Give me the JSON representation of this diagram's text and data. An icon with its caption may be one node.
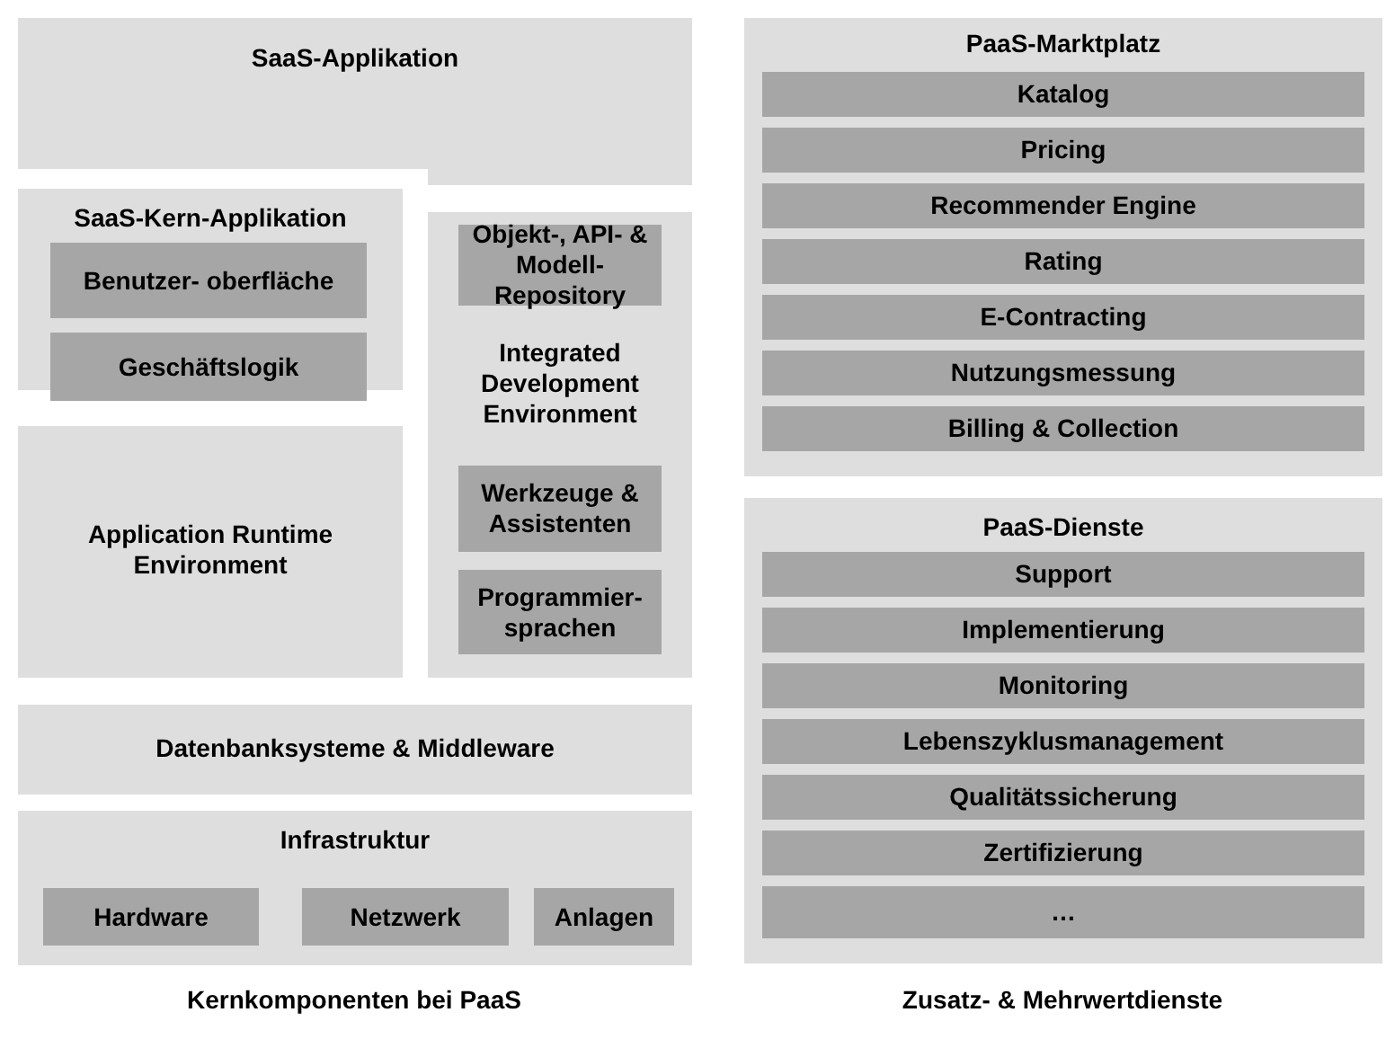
{
  "diagram": {
    "nodes": [
      {
        "text": [
          "SaaS-Applikation"
        ]
      },
      {
        "text": [
          "SaaS-Kern-Applikation"
        ]
      },
      {
        "text": [
          "Benutzer- oberfläche"
        ],
        "in": 1
      },
      {
        "text": [
          "Geschäftslogik"
        ],
        "in": 1
      },
      {
        "text": [
          "Application Runtime Environment"
        ]
      },
      {
        "text": [
          "Integrated Development Environment"
        ]
      },
      {
        "text": [
          "Objekt-, API- & Modell-Repository"
        ],
        "in": 5
      },
      {
        "text": [
          "Werkzeuge & Assistenten"
        ],
        "in": 5
      },
      {
        "text": [
          "Programmier- sprachen"
        ],
        "in": 5
      },
      {
        "text": [
          "Datenbanksysteme & Middleware"
        ]
      },
      {
        "text": [
          "Infrastruktur"
        ]
      },
      {
        "text": [
          "Hardware"
        ],
        "in": 10
      },
      {
        "text": [
          "Netzwerk"
        ],
        "in": 10
      },
      {
        "text": [
          "Anlagen"
        ],
        "in": 10
      },
      {
        "text": [
          "PaaS-Marktplatz"
        ]
      },
      {
        "text": [
          "Katalog"
        ],
        "in": 14
      },
      {
        "text": [
          "Pricing"
        ],
        "in": 14
      },
      {
        "text": [
          "Recommender Engine"
        ],
        "in": 14
      },
      {
        "text": [
          "Rating"
        ],
        "in": 14
      },
      {
        "text": [
          "E-Contracting"
        ],
        "in": 14
      },
      {
        "text": [
          "Nutzungsmessung"
        ],
        "in": 14
      },
      {
        "text": [
          "Billing & Collection"
        ],
        "in": 14
      },
      {
        "text": [
          "PaaS-Dienste"
        ]
      },
      {
        "text": [
          "Support"
        ],
        "in": 22
      },
      {
        "text": [
          "Implementierung"
        ],
        "in": 22
      },
      {
        "text": [
          "Monitoring"
        ],
        "in": 22
      },
      {
        "text": [
          "Lebenszyklusmanagement"
        ],
        "in": 22
      },
      {
        "text": [
          "Qualitätssicherung"
        ],
        "in": 22
      },
      {
        "text": [
          "Zertifizierung"
        ],
        "in": 22
      },
      {
        "text": [
          "…"
        ],
        "in": 22
      }
    ],
    "labels": [
      "Kernkomponenten bei PaaS",
      "Zusatz- & Mehrwertdienste"
    ]
  }
}
